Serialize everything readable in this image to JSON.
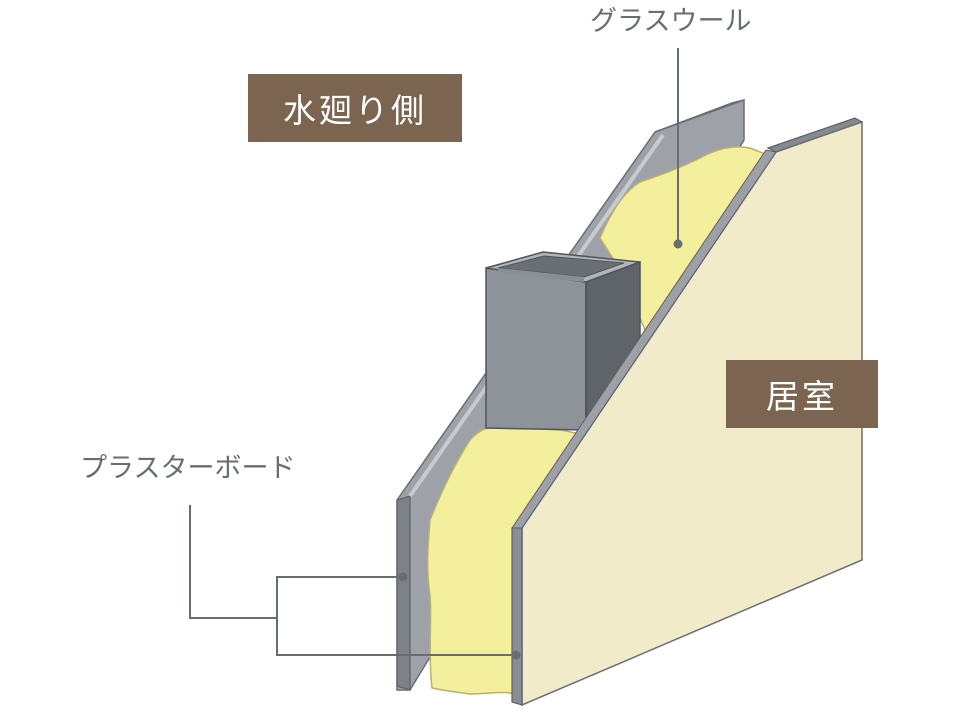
{
  "labels": {
    "water_side": "水廻り側",
    "living_room": "居室",
    "glass_wool": "グラスウール",
    "plaster_board": "プラスターボード"
  },
  "colors": {
    "label_bg": "#7b6550",
    "label_text": "#ffffff",
    "leader_line": "#666e72",
    "insulation": "#f4ef9c",
    "board_face": "#f1ebc9",
    "steel": "#8e939a"
  }
}
